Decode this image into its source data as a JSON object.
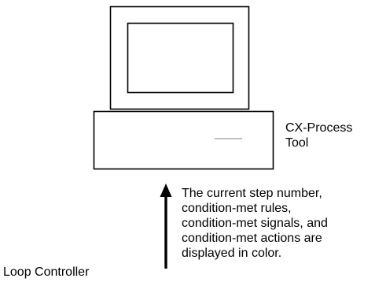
{
  "tool_label": {
    "lines": [
      "CX-Process",
      "Tool"
    ]
  },
  "note": {
    "lines": [
      "The current step number,",
      "condition-met rules,",
      "condition-met signals, and",
      "condition-met actions are",
      "displayed in color."
    ]
  },
  "controller_label": "Loop Controller",
  "icons": {
    "computer": "computer-monitor-icon",
    "arrow": "upward-arrow-icon"
  },
  "colors": {
    "stroke": "#000000",
    "background": "#ffffff",
    "slot": "#999999"
  }
}
